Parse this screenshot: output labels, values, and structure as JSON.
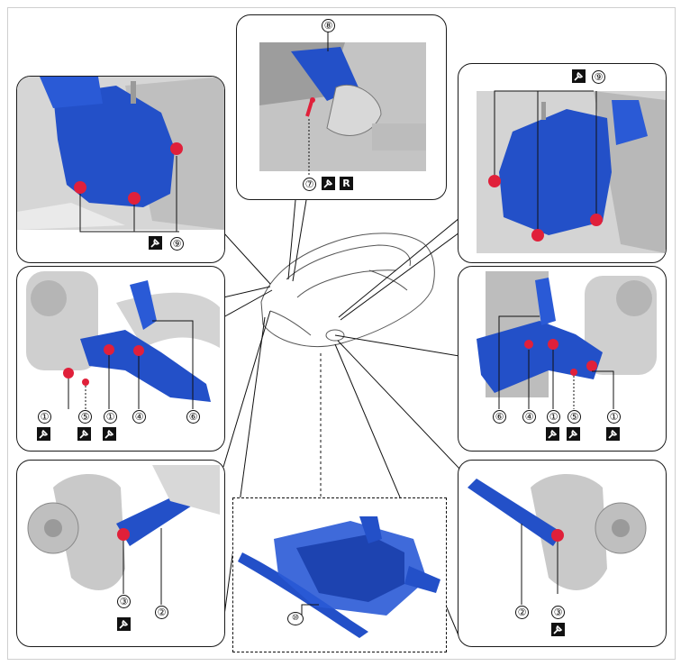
{
  "diagram": {
    "callouts": {
      "c1": "①",
      "c2": "②",
      "c3": "③",
      "c4": "④",
      "c5": "⑤",
      "c6": "⑥",
      "c7": "⑦",
      "c8": "⑧",
      "c9": "⑨",
      "c10": "⑩"
    },
    "reuse_mark": "R",
    "icons": {
      "wrench": "wrench-icon",
      "reuse": "r-replace-icon"
    },
    "colors": {
      "part_blue": "#2350c8",
      "bolt_red": "#e0203a",
      "metal_grey": "#c8c8c8",
      "line": "#111111"
    }
  }
}
